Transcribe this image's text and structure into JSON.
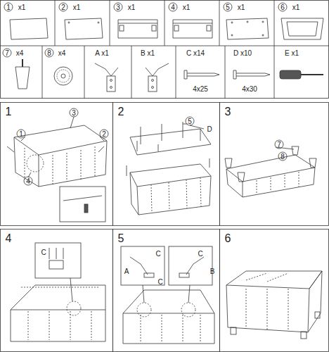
{
  "diagram": {
    "labels": [
      "1",
      "x1",
      "2",
      "x1",
      "3",
      "x1",
      "4",
      "x1",
      "5",
      "x1",
      "6",
      "x1",
      "7",
      "x4",
      "8",
      "x4",
      "A x1",
      "B x1",
      "C x14",
      "D x10",
      "E x1",
      "4x25",
      "4x30",
      "1",
      "2",
      "3",
      "4",
      "5",
      "6",
      "3",
      "1",
      "2",
      "4",
      "5",
      "D",
      "7",
      "8",
      "C",
      "C",
      "A",
      "C",
      "B",
      "C"
    ]
  }
}
